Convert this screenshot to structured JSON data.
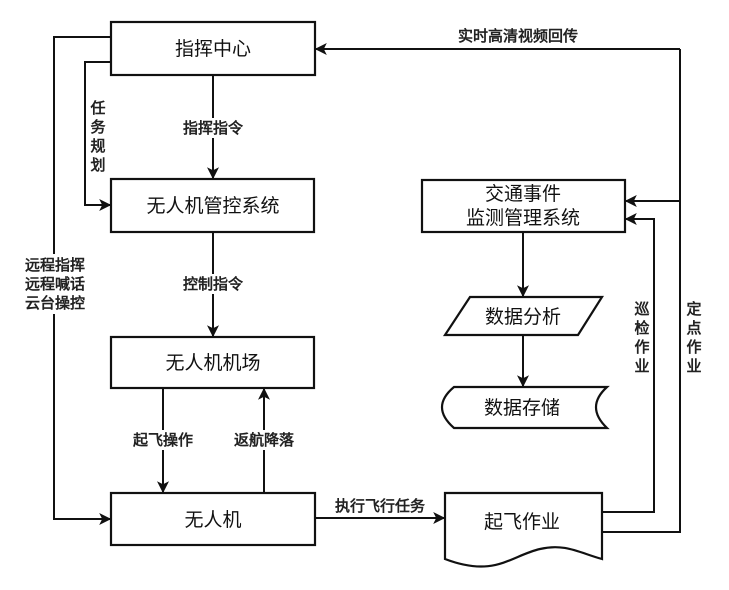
{
  "diagram": {
    "type": "flowchart",
    "colors": {
      "background": "#ffffff",
      "stroke": "#111111",
      "text": "#111111"
    },
    "nodes": {
      "command_center": {
        "label": "指挥中心",
        "shape": "rectangle"
      },
      "uav_control_system": {
        "label": "无人机管控系统",
        "shape": "rectangle"
      },
      "uav_airport": {
        "label": "无人机机场",
        "shape": "rectangle"
      },
      "uav": {
        "label": "无人机",
        "shape": "rectangle"
      },
      "traffic_system": {
        "label_lines": [
          "交通事件",
          "监测管理系统"
        ],
        "shape": "rectangle"
      },
      "data_analysis": {
        "label": "数据分析",
        "shape": "parallelogram"
      },
      "data_storage": {
        "label": "数据存储",
        "shape": "stored-data"
      },
      "takeoff_operation": {
        "label": "起飞作业",
        "shape": "document"
      }
    },
    "edges": [
      {
        "from": "command_center",
        "to": "uav_control_system",
        "label": "指挥指令"
      },
      {
        "from": "command_center",
        "to": "uav_control_system",
        "label_vertical": [
          "任",
          "务",
          "规",
          "划"
        ]
      },
      {
        "from": "command_center",
        "to": "uav",
        "label_lines": [
          "远程指挥",
          "远程喊话",
          "云台操控"
        ]
      },
      {
        "from": "uav_control_system",
        "to": "uav_airport",
        "label": "控制指令"
      },
      {
        "from": "uav_airport",
        "to": "uav",
        "label": "起飞操作"
      },
      {
        "from": "uav",
        "to": "uav_airport",
        "label": "返航降落"
      },
      {
        "from": "uav",
        "to": "takeoff_operation",
        "label": "执行飞行任务"
      },
      {
        "from": "takeoff_operation",
        "to": "traffic_system",
        "label_vertical": [
          "巡",
          "检",
          "作",
          "业"
        ]
      },
      {
        "from": "takeoff_operation",
        "to": "traffic_system",
        "label_vertical": [
          "定",
          "点",
          "作",
          "业"
        ]
      },
      {
        "from": "takeoff_operation",
        "to": "command_center",
        "label": "实时高清视频回传"
      },
      {
        "from": "traffic_system",
        "to": "data_analysis",
        "label": ""
      },
      {
        "from": "data_analysis",
        "to": "data_storage",
        "label": ""
      }
    ]
  }
}
